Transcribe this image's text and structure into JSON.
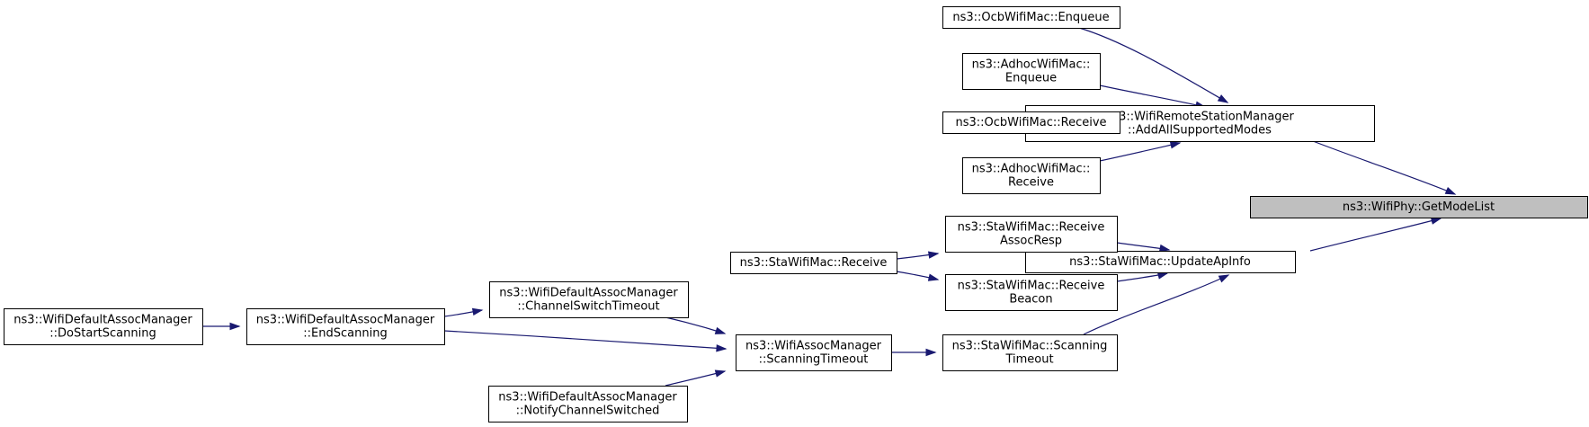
{
  "graph": {
    "nodes": [
      {
        "id": "getmodelist",
        "lines": [
          "ns3::WifiPhy::GetModeList"
        ],
        "highlight": true
      },
      {
        "id": "addall",
        "lines": [
          "ns3::WifiRemoteStationManager",
          "::AddAllSupportedModes"
        ]
      },
      {
        "id": "updateap",
        "lines": [
          "ns3::StaWifiMac::UpdateApInfo"
        ]
      },
      {
        "id": "ocb_enqueue",
        "lines": [
          "ns3::OcbWifiMac::Enqueue"
        ]
      },
      {
        "id": "adhoc_enqueue",
        "lines": [
          "ns3::AdhocWifiMac::",
          "Enqueue"
        ]
      },
      {
        "id": "ocb_receive",
        "lines": [
          "ns3::OcbWifiMac::Receive"
        ]
      },
      {
        "id": "adhoc_receive",
        "lines": [
          "ns3::AdhocWifiMac::",
          "Receive"
        ]
      },
      {
        "id": "sta_assocresp",
        "lines": [
          "ns3::StaWifiMac::Receive",
          "AssocResp"
        ]
      },
      {
        "id": "sta_beacon",
        "lines": [
          "ns3::StaWifiMac::Receive",
          "Beacon"
        ]
      },
      {
        "id": "sta_scantimeout",
        "lines": [
          "ns3::StaWifiMac::Scanning",
          "Timeout"
        ]
      },
      {
        "id": "sta_receive",
        "lines": [
          "ns3::StaWifiMac::Receive"
        ]
      },
      {
        "id": "assoc_scantimeout",
        "lines": [
          "ns3::WifiAssocManager",
          "::ScanningTimeout"
        ]
      },
      {
        "id": "def_chswitch",
        "lines": [
          "ns3::WifiDefaultAssocManager",
          "::ChannelSwitchTimeout"
        ]
      },
      {
        "id": "def_endscan",
        "lines": [
          "ns3::WifiDefaultAssocManager",
          "::EndScanning"
        ]
      },
      {
        "id": "def_notify",
        "lines": [
          "ns3::WifiDefaultAssocManager",
          "::NotifyChannelSwitched"
        ]
      },
      {
        "id": "def_dostart",
        "lines": [
          "ns3::WifiDefaultAssocManager",
          "::DoStartScanning"
        ]
      }
    ],
    "edges": [
      {
        "from": "addall",
        "to": "getmodelist"
      },
      {
        "from": "updateap",
        "to": "getmodelist"
      },
      {
        "from": "ocb_enqueue",
        "to": "addall"
      },
      {
        "from": "adhoc_enqueue",
        "to": "addall"
      },
      {
        "from": "ocb_receive",
        "to": "addall"
      },
      {
        "from": "adhoc_receive",
        "to": "addall"
      },
      {
        "from": "sta_assocresp",
        "to": "updateap"
      },
      {
        "from": "sta_beacon",
        "to": "updateap"
      },
      {
        "from": "sta_scantimeout",
        "to": "updateap"
      },
      {
        "from": "sta_receive",
        "to": "sta_assocresp"
      },
      {
        "from": "sta_receive",
        "to": "sta_beacon"
      },
      {
        "from": "assoc_scantimeout",
        "to": "sta_scantimeout"
      },
      {
        "from": "def_chswitch",
        "to": "assoc_scantimeout"
      },
      {
        "from": "def_endscan",
        "to": "assoc_scantimeout"
      },
      {
        "from": "def_notify",
        "to": "assoc_scantimeout"
      },
      {
        "from": "def_endscan",
        "to": "def_chswitch"
      },
      {
        "from": "def_dostart",
        "to": "def_endscan"
      }
    ],
    "colors": {
      "edge": "#191970",
      "highlight_fill": "#bfbfbf",
      "node_fill": "#ffffff",
      "node_border": "#000000"
    }
  }
}
